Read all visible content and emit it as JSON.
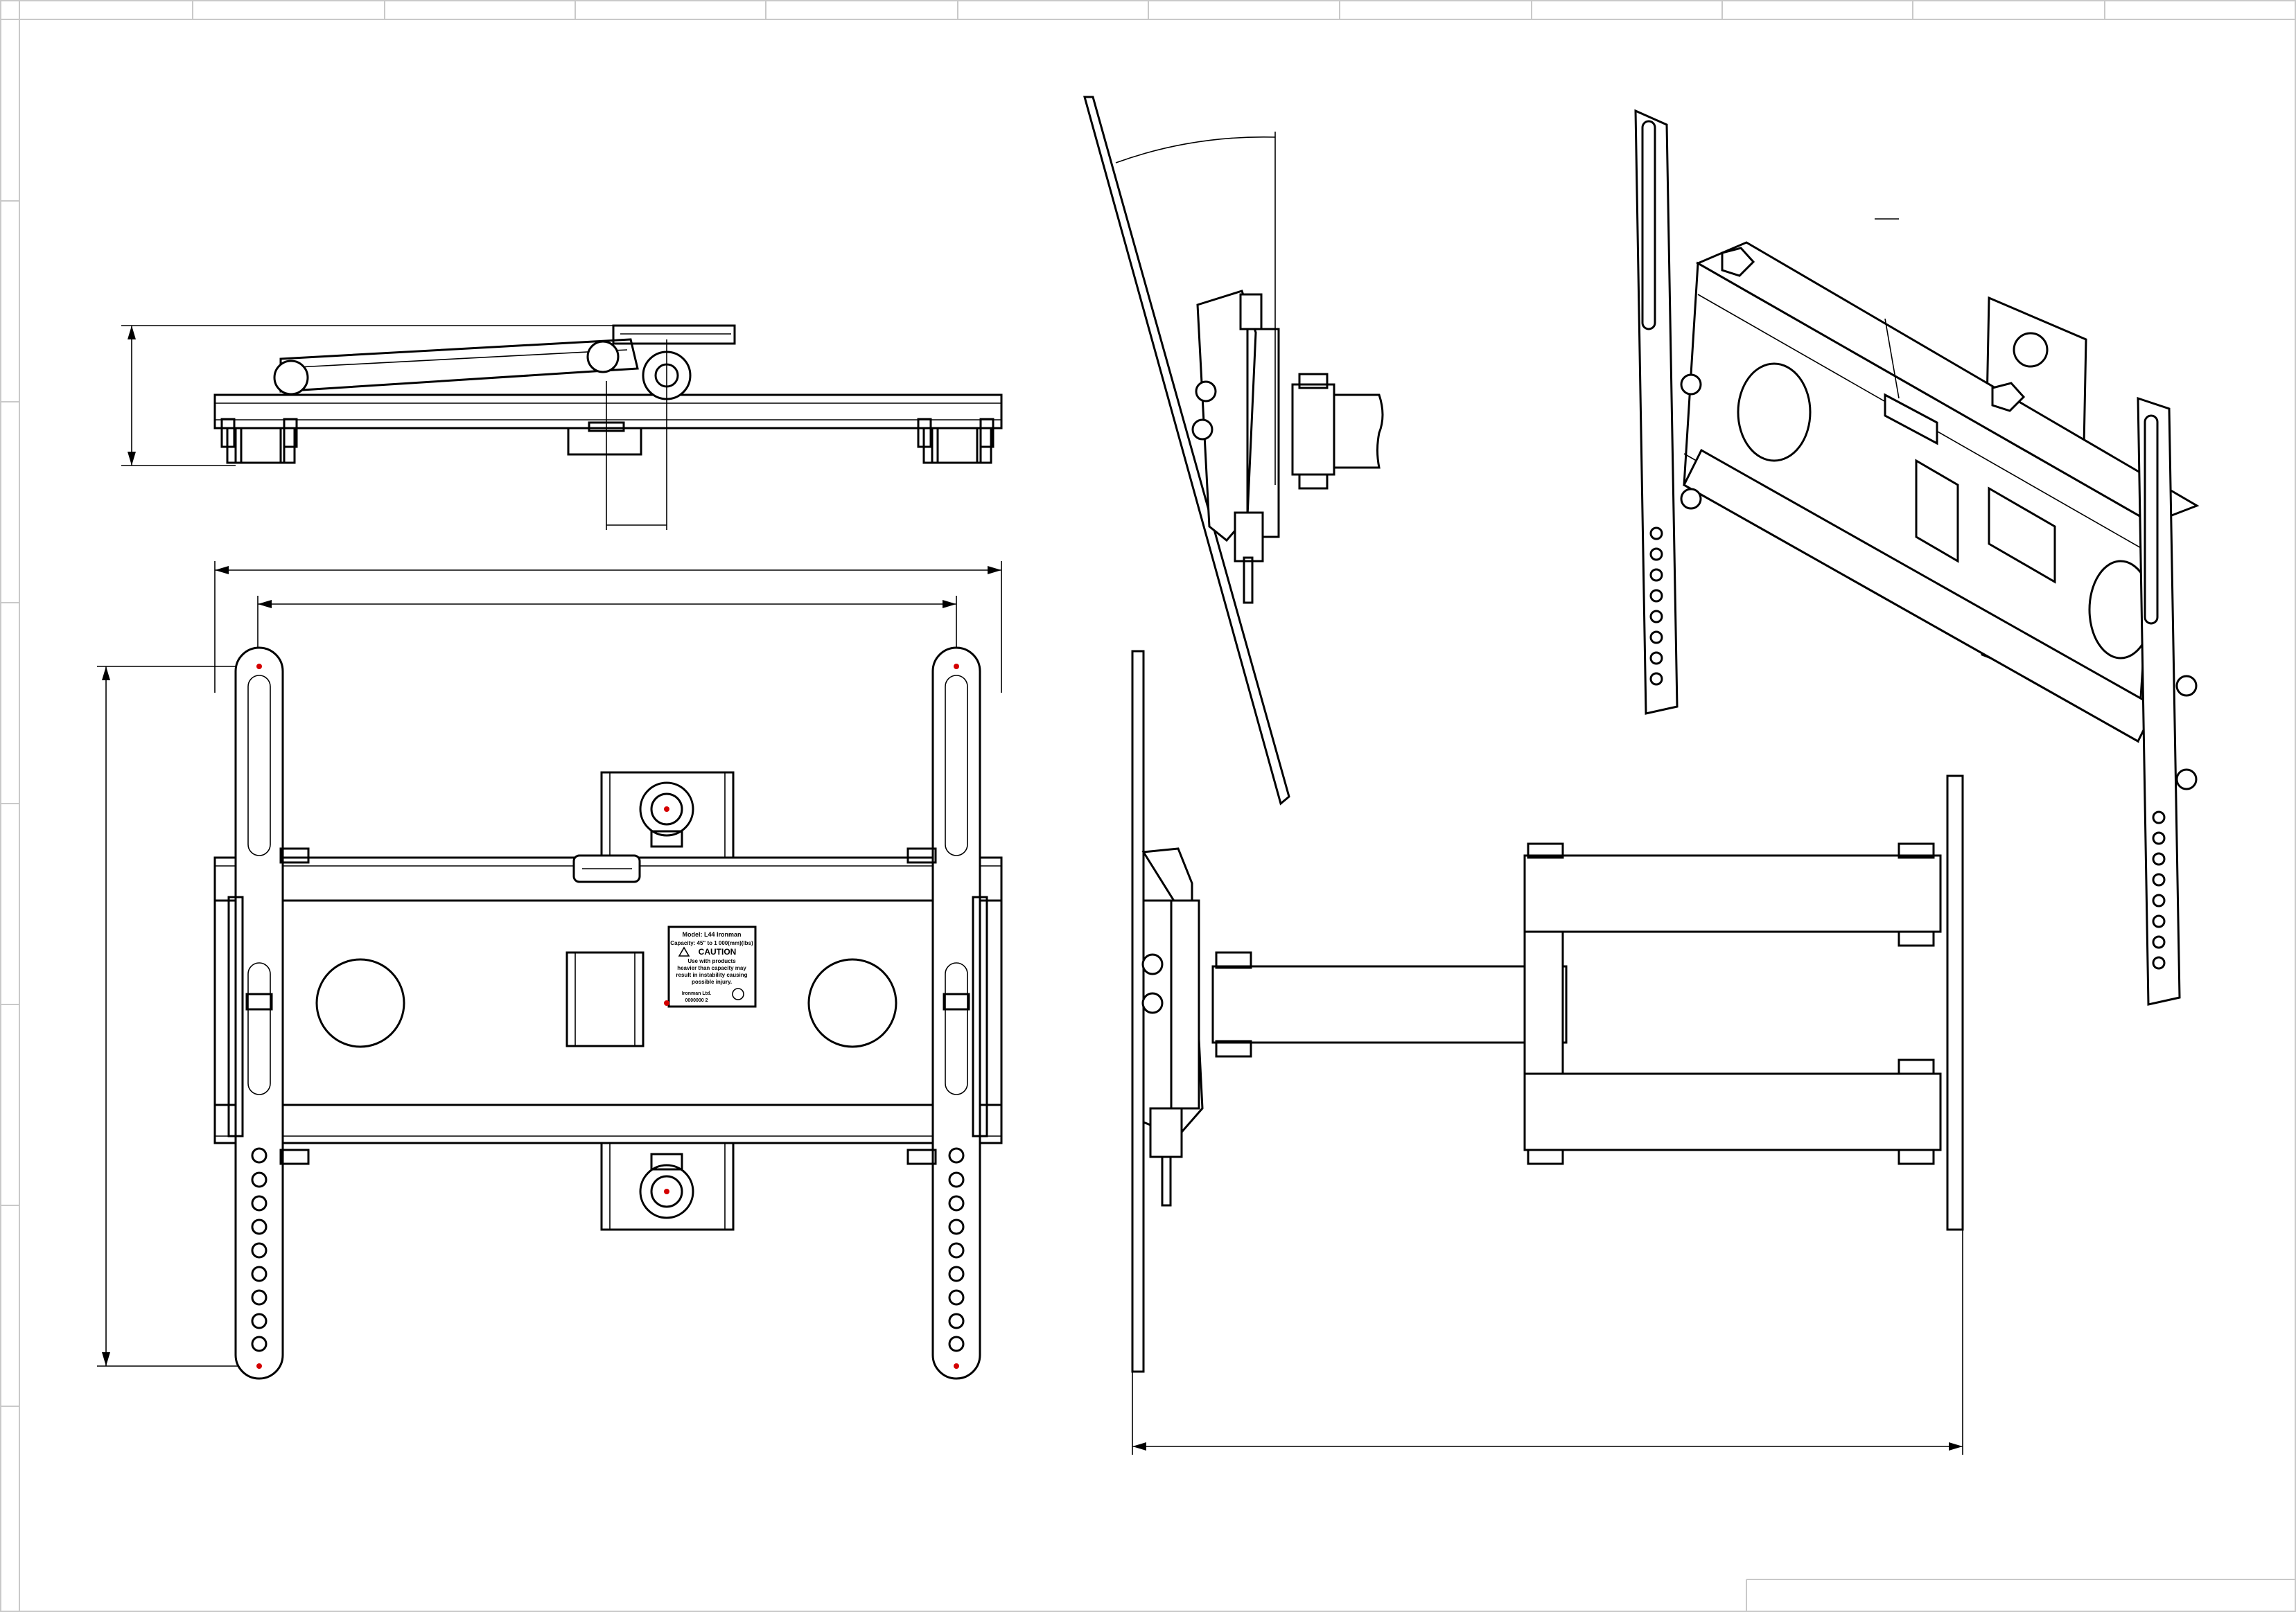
{
  "label": {
    "l1": "Model: L44 Ironman",
    "l2": "Capacity: 45\" to 1 000(mm)(lbs)",
    "l3": "CAUTION",
    "l4": "Use with products",
    "l5": "heavier than capacity may",
    "l6": "result in instability causing",
    "l7": "possible injury.",
    "l8": "Ironman Ltd.",
    "l9": "0000000 2"
  },
  "colors": {
    "line": "#000000",
    "frame": "#c9c9c9",
    "centre_mark": "#d40000"
  }
}
